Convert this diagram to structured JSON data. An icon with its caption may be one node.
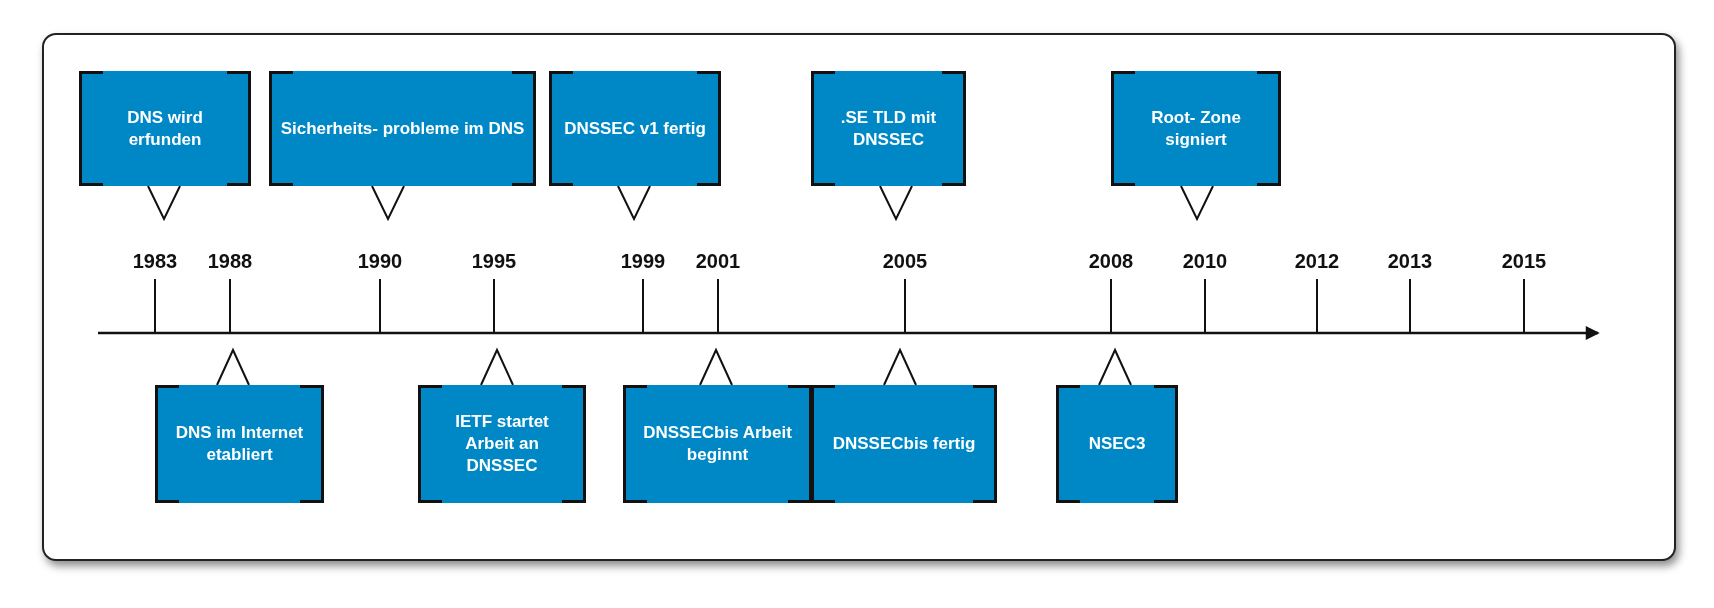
{
  "diagram": {
    "nodes": [
      {
        "text": [
          "DNS wird erfunden"
        ]
      },
      {
        "text": [
          "DNS im Internet etabliert"
        ]
      },
      {
        "text": [
          "Sicherheits- probleme im DNS"
        ]
      },
      {
        "text": [
          "IETF startet Arbeit an DNSSEC"
        ]
      },
      {
        "text": [
          "DNSSEC v1 fertig"
        ]
      },
      {
        "text": [
          "DNSSECbis Arbeit beginnt"
        ]
      },
      {
        "text": [
          ".SE TLD mit DNSSEC"
        ]
      },
      {
        "text": [
          "DNSSECbis fertig"
        ]
      },
      {
        "text": [
          "NSEC3"
        ]
      },
      {
        "text": [
          "Root- Zone signiert"
        ]
      }
    ],
    "labels": [
      "1983",
      "1988",
      "1990",
      "1995",
      "1999",
      "2001",
      "2005",
      "2008",
      "2010",
      "2012",
      "2013",
      "2015"
    ]
  }
}
